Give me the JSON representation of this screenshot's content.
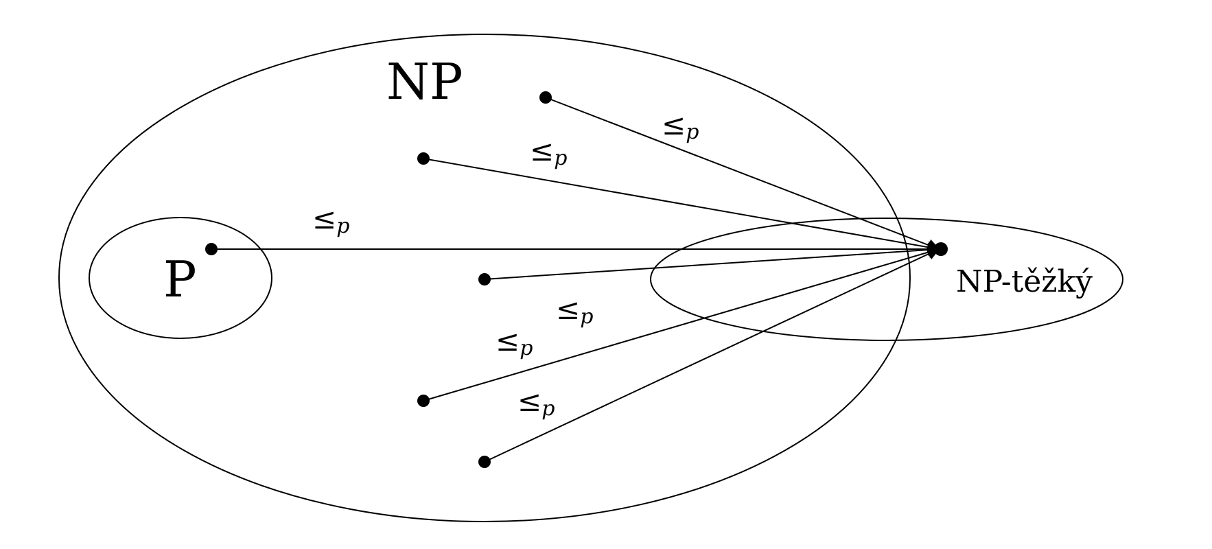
{
  "diagram": {
    "sets": {
      "np": {
        "label": "NP"
      },
      "p": {
        "label": "P"
      },
      "np_hard": {
        "label": "NP-těžký"
      }
    },
    "reductions": [
      {
        "from": "p-node",
        "to": "np-hard-node",
        "symbol": "≤",
        "subscript": "p"
      },
      {
        "from": "np-node-1",
        "to": "np-hard-node",
        "symbol": "≤",
        "subscript": "p"
      },
      {
        "from": "np-node-2",
        "to": "np-hard-node",
        "symbol": "≤",
        "subscript": "p"
      },
      {
        "from": "np-node-3",
        "to": "np-hard-node",
        "symbol": "≤",
        "subscript": "p"
      },
      {
        "from": "np-node-4",
        "to": "np-hard-node",
        "symbol": "≤",
        "subscript": "p"
      },
      {
        "from": "np-node-5",
        "to": "np-hard-node",
        "symbol": "≤",
        "subscript": "p"
      }
    ]
  }
}
